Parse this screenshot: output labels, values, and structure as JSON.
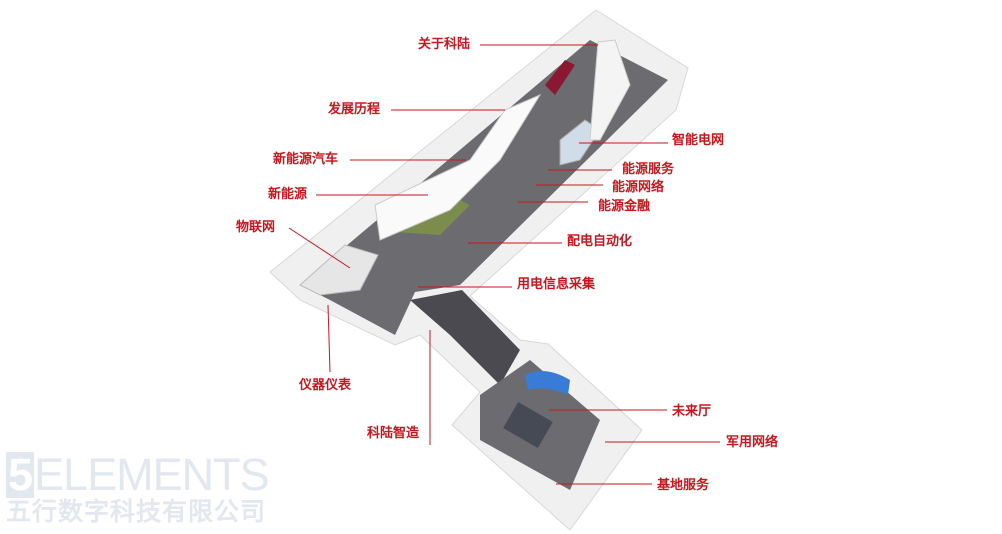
{
  "labels": {
    "about": "关于科陆",
    "history": "发展历程",
    "nev": "新能源汽车",
    "new_energy": "新能源",
    "iot": "物联网",
    "smart_grid": "智能电网",
    "energy_service": "能源服务",
    "energy_network": "能源网络",
    "energy_finance": "能源金融",
    "dist_automation": "配电自动化",
    "metering": "用电信息采集",
    "instruments": "仪器仪表",
    "manufacturing": "科陆智造",
    "future_hall": "未来厅",
    "military": "军用网络",
    "base_service": "基地服务"
  },
  "logo": {
    "digit": "5",
    "word": "ELEMENTS",
    "company": "五行数字科技有限公司"
  },
  "colors": {
    "label": "#c8161d",
    "floor": "#6e6e72",
    "wall": "#f2f2f2"
  }
}
